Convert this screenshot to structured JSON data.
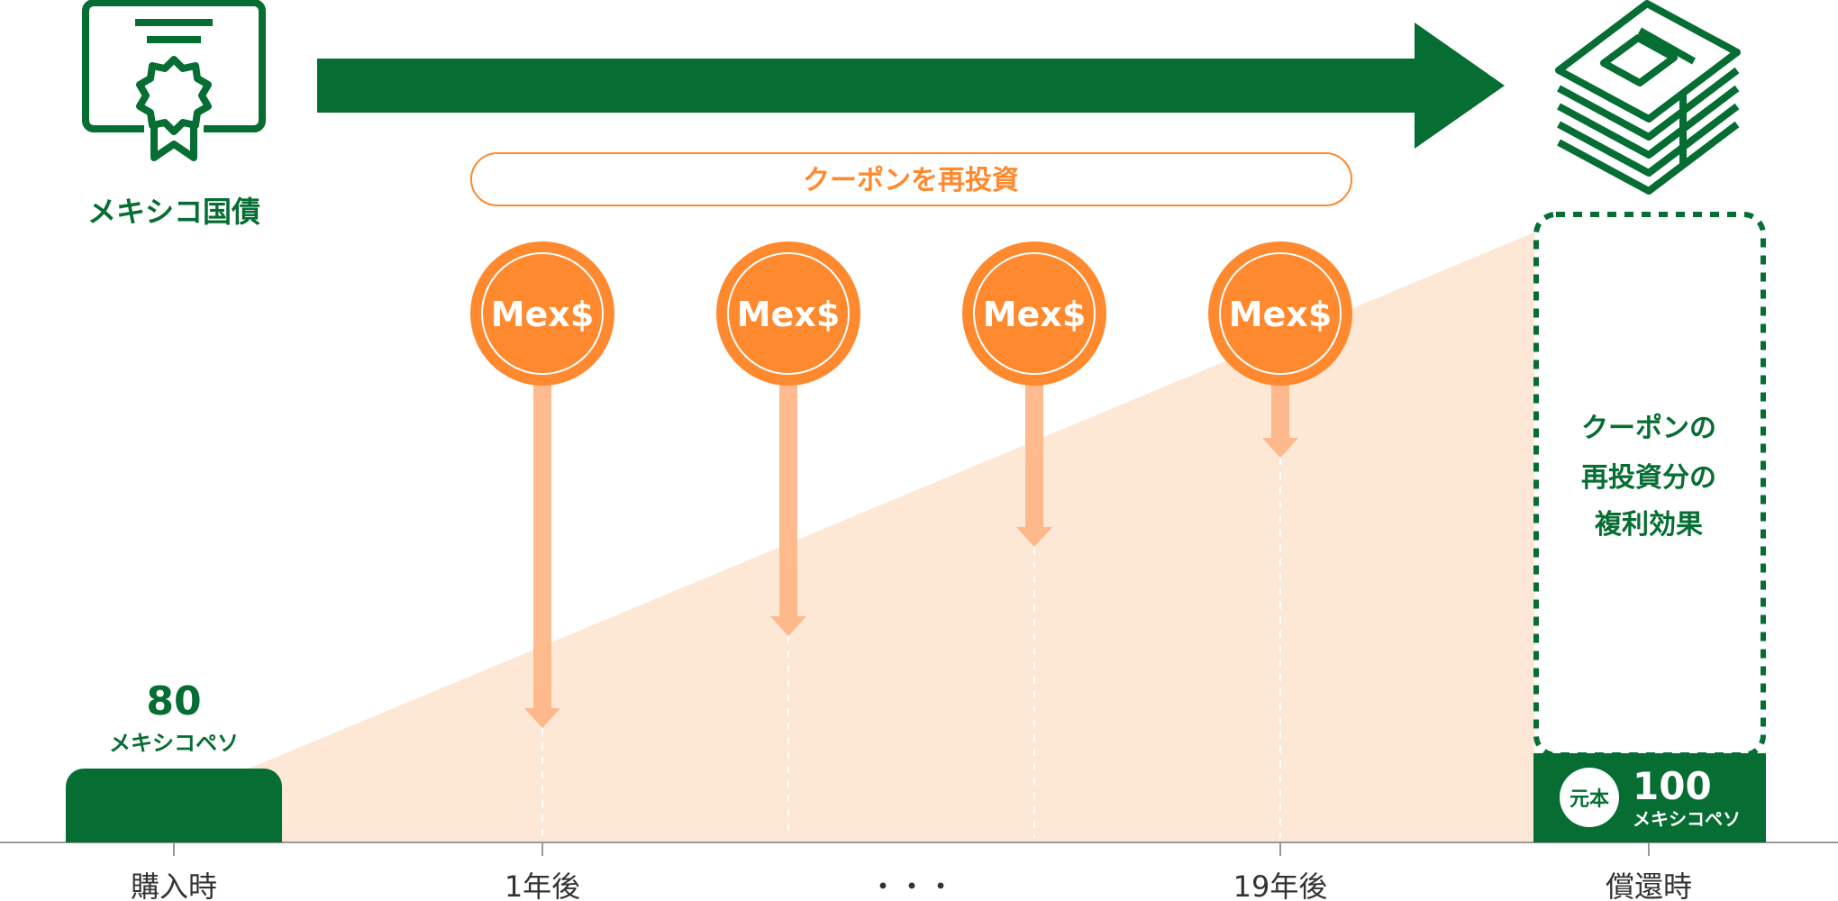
{
  "colors": {
    "green": "#066E33",
    "orange": "#FF892F",
    "orange_light": "#FDB585",
    "wedge": "#FDE8D5",
    "white": "#FFFFFF",
    "axis": "#999999",
    "text_dark": "#333333"
  },
  "icons": {
    "bond": "certificate-ribbon-icon",
    "money": "banknote-stack-icon"
  },
  "bond_label": "メキシコ国債",
  "reinvest_banner": "クーポンを再投資",
  "coins": [
    {
      "label": "Mex$"
    },
    {
      "label": "Mex$"
    },
    {
      "label": "Mex$"
    },
    {
      "label": "Mex$"
    }
  ],
  "purchase": {
    "value": "80",
    "unit": "メキシコペソ"
  },
  "redemption": {
    "badge": "元本",
    "value": "100",
    "unit": "メキシコペソ",
    "compound_lines": [
      "クーポンの",
      "再投資分の",
      "複利効果"
    ]
  },
  "axis": {
    "labels": [
      "購入時",
      "1年後",
      "・・・",
      "19年後",
      "償還時"
    ]
  }
}
